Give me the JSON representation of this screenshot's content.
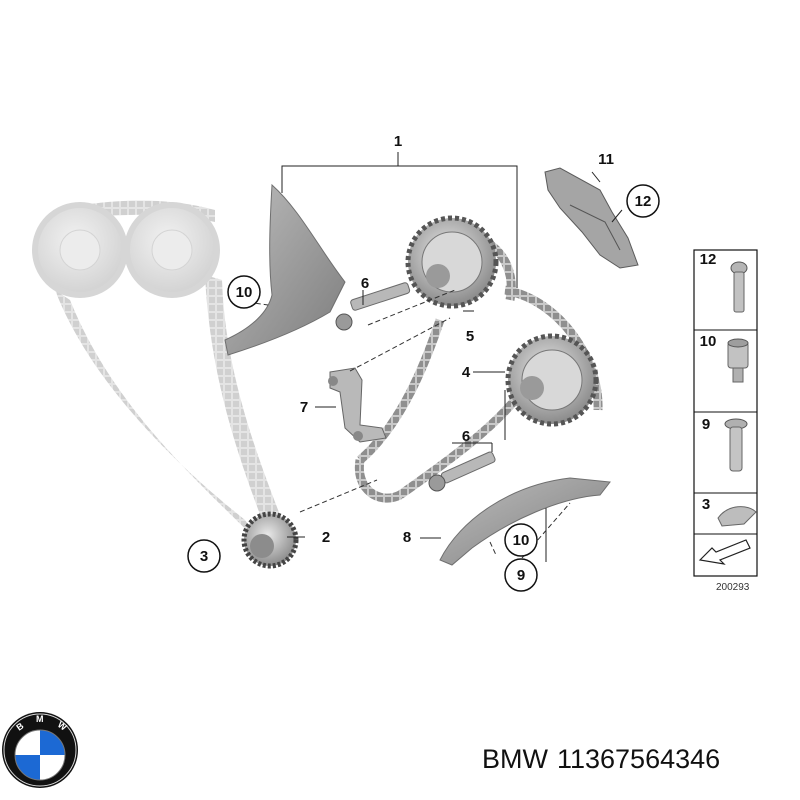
{
  "diagram": {
    "callouts": {
      "c1": "1",
      "c2": "2",
      "c3": "3",
      "c4": "4",
      "c5": "5",
      "c6a": "6",
      "c6b": "6",
      "c7": "7",
      "c8": "8",
      "c9": "9",
      "c10a": "10",
      "c10b": "10",
      "c11": "11",
      "c12": "12"
    },
    "legend": {
      "items": [
        "12",
        "10",
        "9",
        "3"
      ],
      "code": "200293"
    }
  },
  "footer": {
    "brand": "BMW",
    "part_number": "11367564346"
  },
  "logo": {
    "letters": "BMW",
    "colors": {
      "blue": "#1c69d4",
      "white": "#ffffff",
      "ring": "#111111"
    }
  }
}
